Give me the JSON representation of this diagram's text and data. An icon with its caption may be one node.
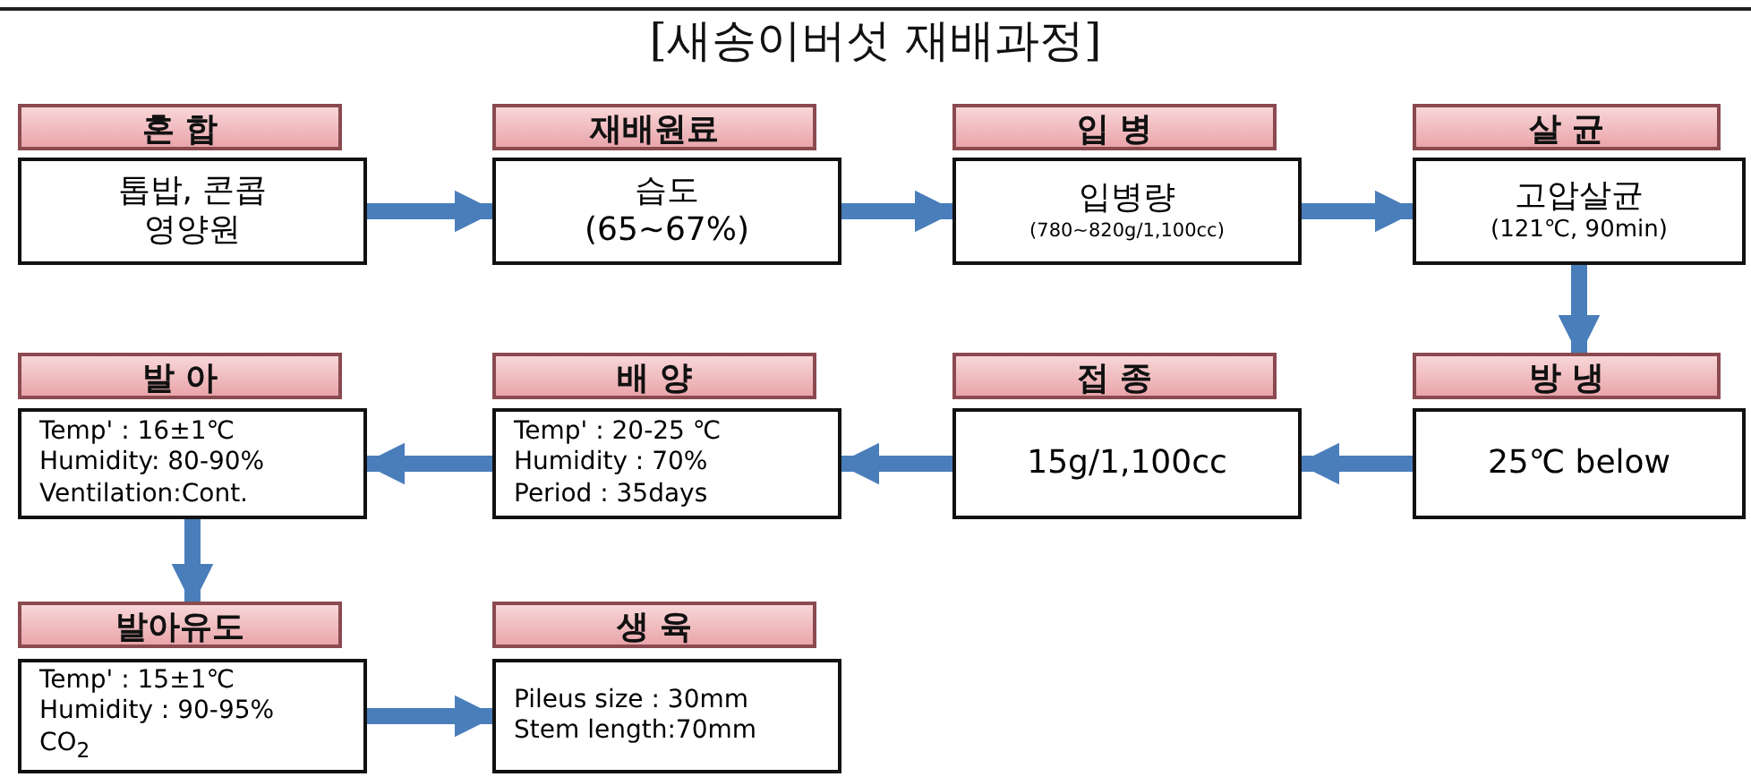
{
  "diagram": {
    "title": "[새송이버섯 재배과정]",
    "nodes": [
      {
        "text": [
          "혼 합",
          "톱밥, 콘콥",
          "영양원"
        ]
      },
      {
        "text": [
          "재배원료",
          "습도",
          "(65~67%)"
        ]
      },
      {
        "text": [
          "입 병",
          "입병량",
          "(780~820g/1,100cc)"
        ]
      },
      {
        "text": [
          "살 균",
          "고압살균",
          "(121℃, 90min)"
        ]
      },
      {
        "text": [
          "발 아",
          "Temp' : 16±1℃",
          "Humidity: 80-90%",
          "Ventilation:Cont."
        ]
      },
      {
        "text": [
          "배 양",
          "Temp' : 20-25 ℃",
          "Humidity : 70%",
          "Period : 35days"
        ]
      },
      {
        "text": [
          "접 종",
          "15g/1,100cc"
        ]
      },
      {
        "text": [
          "방 냉",
          "25℃ below"
        ]
      },
      {
        "text": [
          "발아유도",
          "Temp' : 15±1℃",
          "Humidity : 90-95%",
          "CO$_{2}$"
        ]
      },
      {
        "text": [
          "생 육",
          "Pileus size :  30mm",
          "Stem length:70mm"
        ]
      }
    ],
    "edges": [
      {
        "from": 0,
        "to": 1,
        "arrow": "to"
      },
      {
        "from": 1,
        "to": 2,
        "arrow": "to"
      },
      {
        "from": 2,
        "to": 3,
        "arrow": "to"
      },
      {
        "from": 3,
        "to": 7,
        "arrow": "to"
      },
      {
        "from": 7,
        "to": 6,
        "arrow": "to"
      },
      {
        "from": 6,
        "to": 5,
        "arrow": "to"
      },
      {
        "from": 5,
        "to": 4,
        "arrow": "to"
      },
      {
        "from": 4,
        "to": 8,
        "arrow": "to"
      },
      {
        "from": 8,
        "to": 9,
        "arrow": "to"
      }
    ]
  }
}
